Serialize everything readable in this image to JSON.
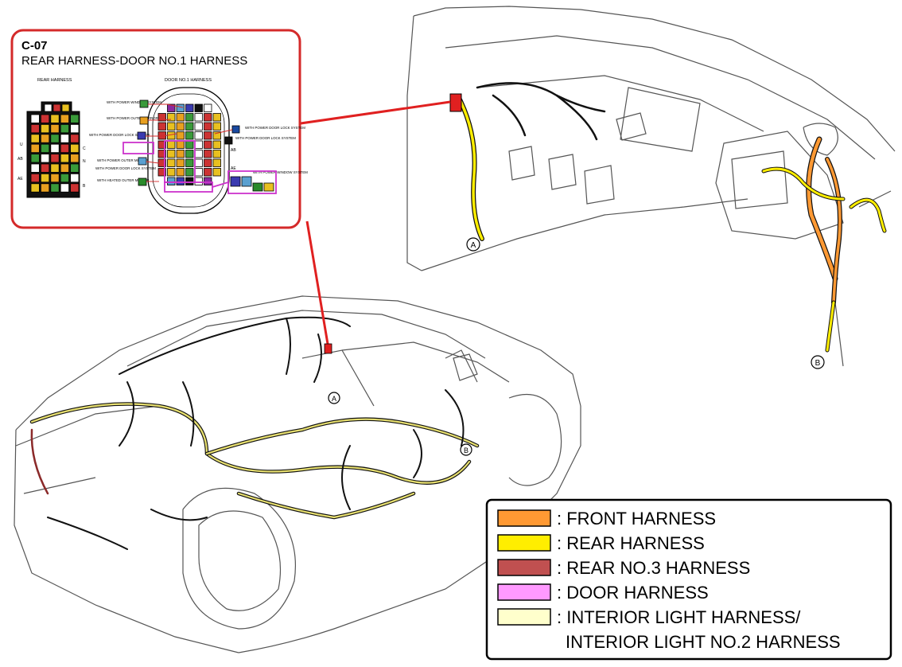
{
  "connector_box": {
    "code": "C-07",
    "title": "REAR HARNESS-DOOR NO.1 HARNESS",
    "rear_label": "REAR HARNESS",
    "door_label": "DOOR NO.1 HARNESS",
    "left_pin_letters": {
      "u": "U",
      "ab": "AB",
      "ae": "AE",
      "c": "C",
      "n": "N",
      "b": "B"
    },
    "door_pin_letters": {
      "ab": "AB",
      "ae": "AE"
    },
    "callouts": {
      "power_window": "WITH POWER WINDOW SYSTEM",
      "power_mirror": "WITH POWER OUTER MIRROR",
      "power_door_lock_left": "WITH POWER DOOR LOCK SYSTEM",
      "outer_mirror": "WITH POWER OUTER MIRROR",
      "door_lock_lower": "WITH POWER DOOR LOCK SYSTEM",
      "heated_mirror": "WITH HEATED OUTER MIRROR",
      "power_door_lock_right": "WITH POWER DOOR LOCK SYSTEM",
      "power_door_lock_right2": "WITH POWER DOOR LOCK SYSTEM",
      "power_window_right": "WITH POWER WINDOW SYSTEM"
    }
  },
  "markers": {
    "a": "A",
    "b": "B"
  },
  "legend": {
    "items": [
      {
        "label": ": FRONT HARNESS",
        "color": "#ff9933"
      },
      {
        "label": ": REAR HARNESS",
        "color": "#ffee00"
      },
      {
        "label": ": REAR NO.3 HARNESS",
        "color": "#c05050"
      },
      {
        "label": ": DOOR HARNESS",
        "color": "#ff99ff"
      },
      {
        "label": ": INTERIOR LIGHT HARNESS/",
        "color": "#ffffcc"
      }
    ],
    "last_line": "INTERIOR LIGHT NO.2 HARNESS"
  },
  "colors": {
    "connector_frame": "#d42a2a",
    "pointer_line": "#e02020",
    "door_outline": "#cc33cc",
    "line_art": "#444444",
    "harness_wire": "#111111"
  }
}
